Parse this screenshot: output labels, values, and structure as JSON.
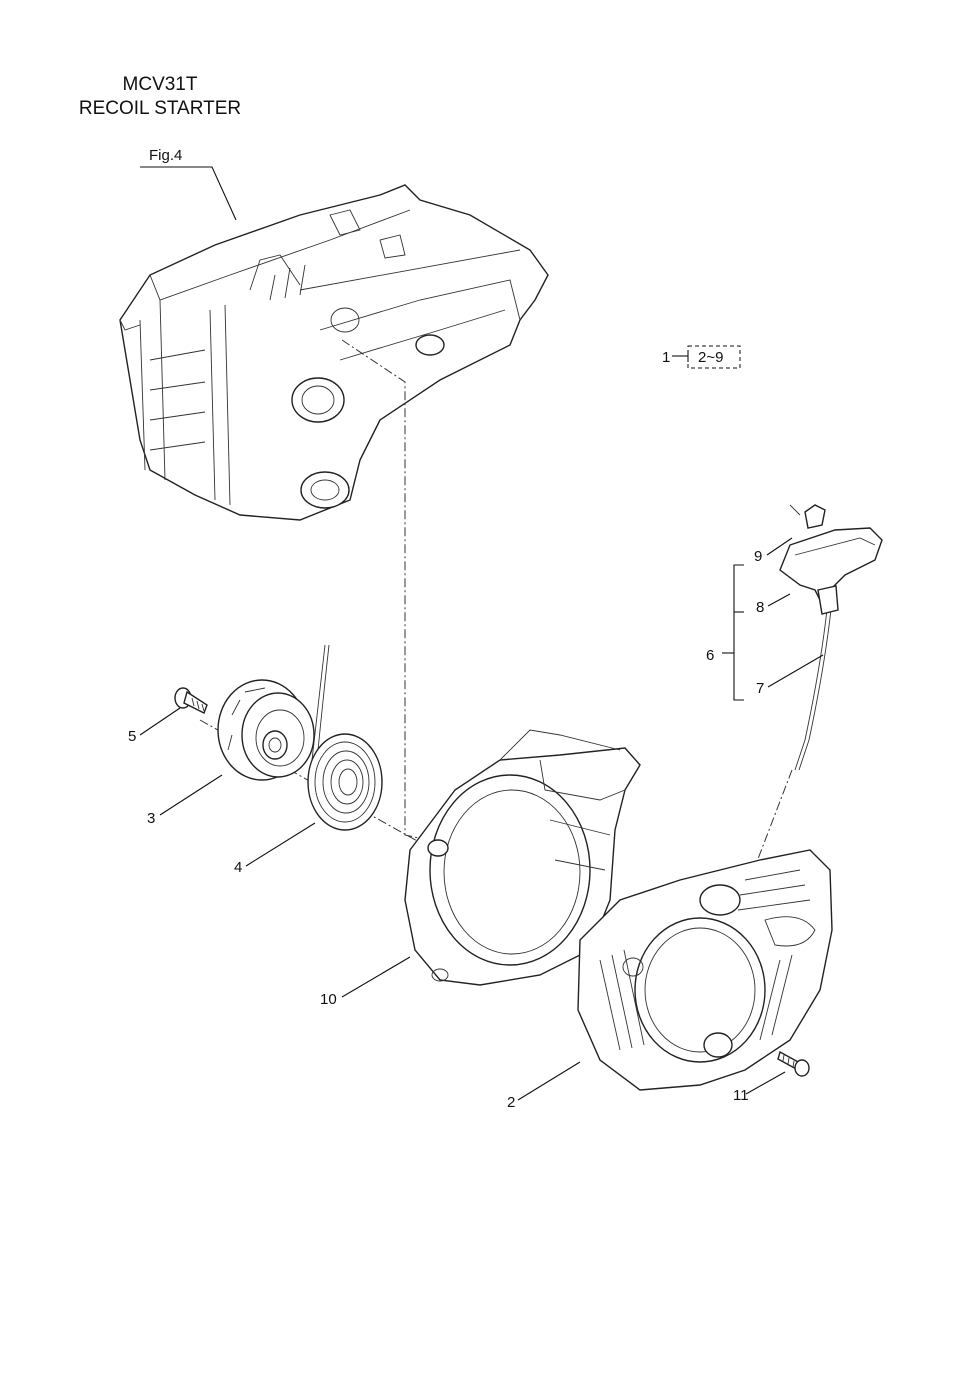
{
  "title": {
    "model": "MCV31T",
    "section": "RECOIL STARTER"
  },
  "fig_ref": "Fig.4",
  "assembly": {
    "number": "1",
    "range": "2~9"
  },
  "callouts": [
    "2",
    "3",
    "4",
    "5",
    "6",
    "7",
    "8",
    "9",
    "10",
    "11"
  ]
}
